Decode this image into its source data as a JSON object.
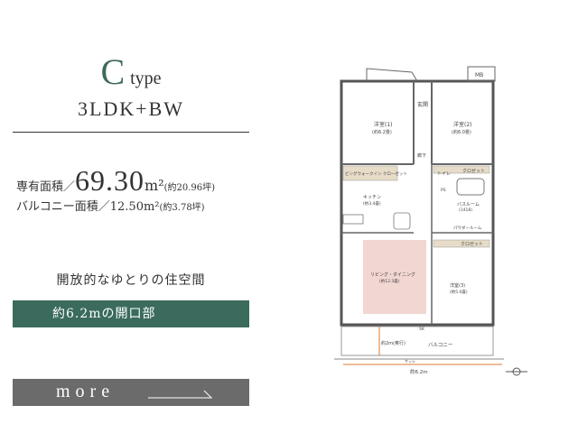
{
  "header": {
    "type_letter": "C",
    "type_word": "type",
    "layout": "3LDK+BW"
  },
  "area": {
    "private_label": "専有面積／",
    "private_value": "69.30",
    "private_unit": "m²",
    "private_tsubo": "(約20.96坪)",
    "balcony_label": "バルコニー面積／",
    "balcony_value": "12.50m²",
    "balcony_tsubo": "(約3.78坪)"
  },
  "caption": "開放的なゆとりの住空間",
  "highlight": "約6.2mの開口部",
  "more_label": "more",
  "plan": {
    "rooms": {
      "bed1": "洋室(1)",
      "bed1_size": "(約6.2畳)",
      "bed2": "洋室(2)",
      "bed2_size": "(約6.0畳)",
      "bed3": "洋室(3)",
      "bed3_size": "(約5.0畳)",
      "entrance": "玄関",
      "hall": "廊下",
      "toilet": "トイレ",
      "closet1": "クロゼット",
      "closet2": "クロゼット",
      "walkin": "ビングウォークイン クローゼット",
      "kitchen": "キッチン",
      "kitchen_size": "(約3.4畳)",
      "bath": "バスルーム",
      "bath_size": "(1418)",
      "powder": "パウダールーム",
      "living": "リビング・ダイニング",
      "living_size": "(約12.3畳)",
      "balcony": "バルコニー",
      "mb": "MB",
      "ps": "PS"
    },
    "dim_depth": "約2m(奥行)",
    "dim_width": "約6.2m",
    "sash": "サッシ",
    "step": "SK"
  }
}
